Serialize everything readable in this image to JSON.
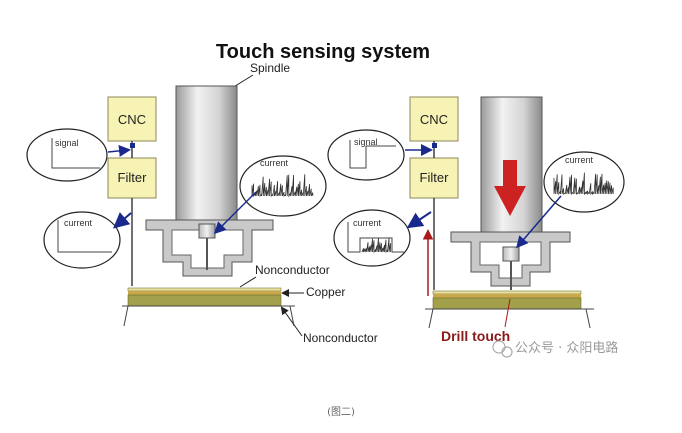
{
  "title": "Touch sensing system",
  "left": {
    "spindle_label": "Spindle",
    "cnc_label": "CNC",
    "filter_label": "Filter",
    "signal_label": "signal",
    "current_label_left": "current",
    "current_label_right": "current",
    "nonconductor_top": "Nonconductor",
    "copper": "Copper",
    "nonconductor_bottom": "Nonconductor"
  },
  "right": {
    "cnc_label": "CNC",
    "filter_label": "Filter",
    "signal_label": "signal",
    "current_label_left": "current",
    "current_label_right": "current",
    "drill_touch": "Drill touch"
  },
  "watermark": "公众号 · 众阳电路",
  "caption": "(图二)",
  "colors": {
    "box_fill": "#f7f3b4",
    "box_stroke": "#8c8a5a",
    "copper": "#c8a84a",
    "board": "#a2a04a",
    "red": "#cc2222",
    "blue": "#1a2a8c"
  }
}
